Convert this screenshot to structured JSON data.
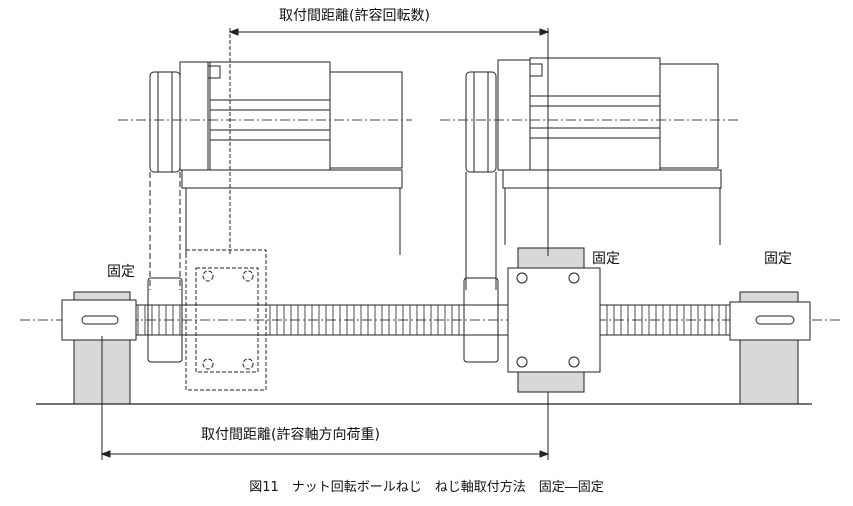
{
  "labels": {
    "top_dimension": "取付間距離(許容回転数)",
    "bottom_dimension": "取付間距離(許容軸方向荷重)",
    "fixed_left_nut": "固定",
    "fixed_right_nut": "固定",
    "fixed_right_end": "固定",
    "caption": "図11　ナット回転ボールねじ　ねじ軸取付方法　固定―固定"
  },
  "colors": {
    "line": "#222222",
    "support_fill": "#d8d8d8",
    "background": "#ffffff"
  }
}
